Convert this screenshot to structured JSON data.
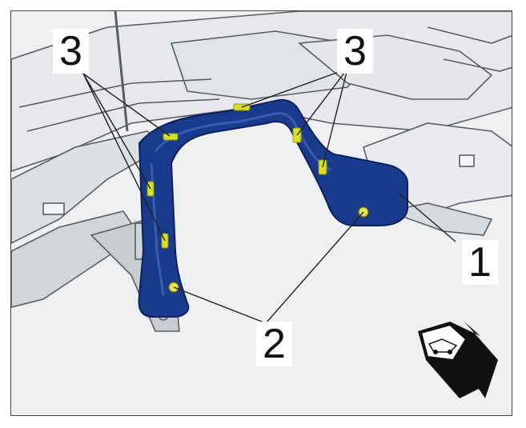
{
  "callouts": {
    "part_1": "1",
    "part_2": "2",
    "part_3_left": "3",
    "part_3_right": "3"
  },
  "colors": {
    "part_fill": "#1a3a8c",
    "part_edge": "#0c2060",
    "clip": "#d6e02a",
    "background": "#eef0f2",
    "line": "#222222"
  },
  "icons": {
    "direction": "vehicle-direction-arrow-icon"
  }
}
